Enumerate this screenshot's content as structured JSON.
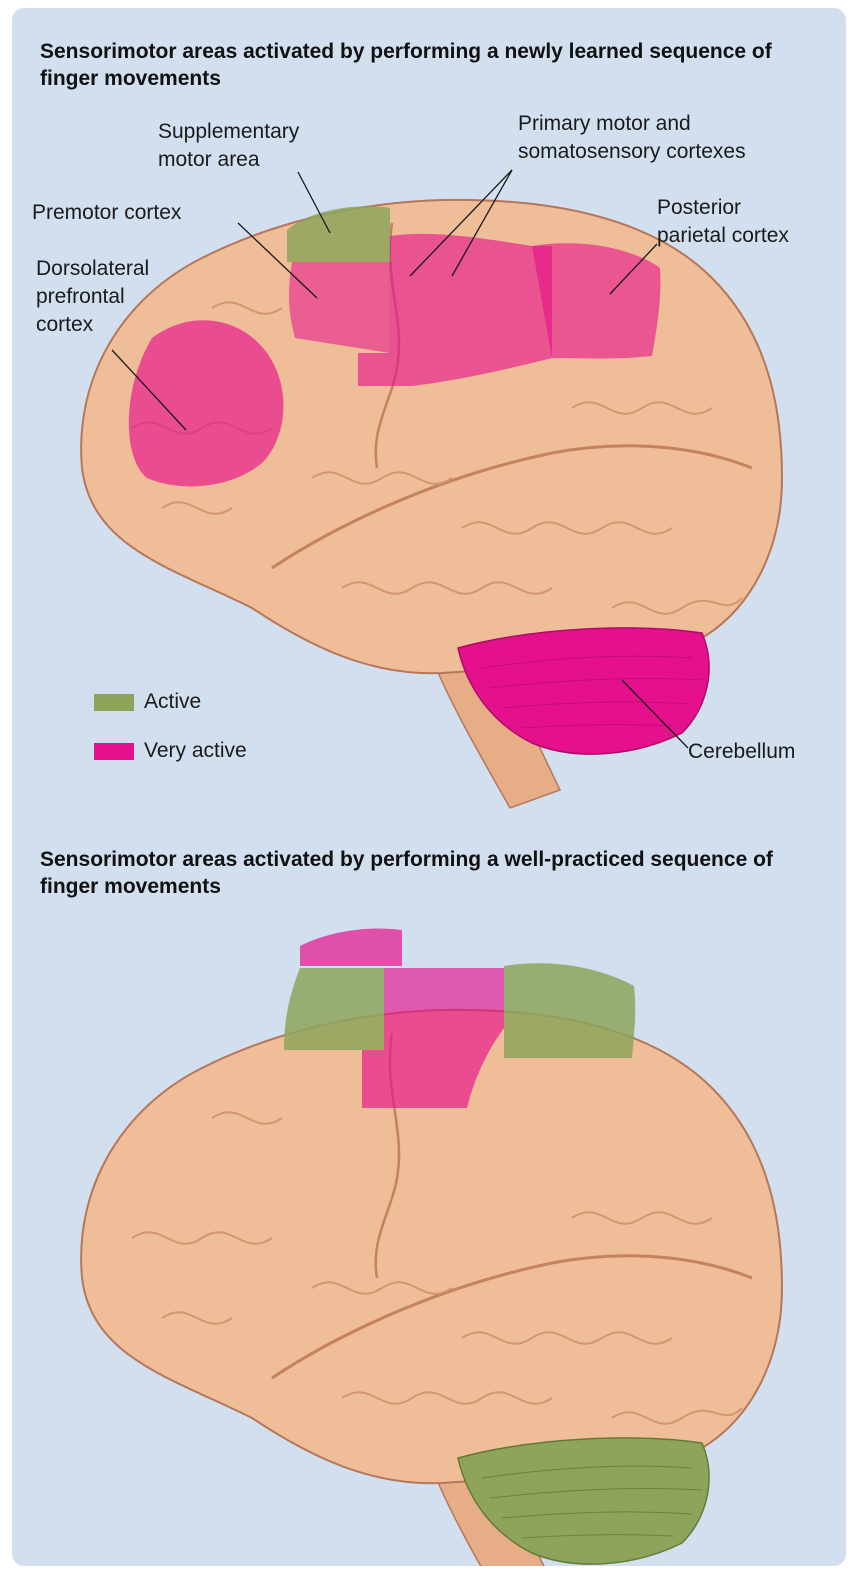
{
  "figure1": {
    "title": "Sensorimotor areas activated by performing a newly learned sequence of finger movements",
    "labels": {
      "supplementary_motor_area": "Supplementary\nmotor area",
      "primary_motor_somatosensory": "Primary motor and\nsomatosensory cortexes",
      "premotor_cortex": "Premotor cortex",
      "posterior_parietal_cortex": "Posterior\nparietal cortex",
      "dorsolateral_prefrontal_cortex": "Dorsolateral\nprefrontal\ncortex",
      "cerebellum": "Cerebellum"
    },
    "activity": {
      "supplementary_motor_area": "active",
      "premotor_cortex": "very-active",
      "primary_motor_somatosensory": "very-active",
      "posterior_parietal_cortex": "very-active",
      "dorsolateral_prefrontal_cortex": "very-active",
      "cerebellum": "very-active"
    }
  },
  "figure2": {
    "title": "Sensorimotor areas activated by performing a well-practiced sequence of finger movements",
    "activity": {
      "supplementary_motor_area": "very-active",
      "premotor_cortex": "active",
      "primary_motor_somatosensory": "very-active",
      "posterior_parietal_cortex": "active",
      "cerebellum": "active"
    }
  },
  "legend": {
    "active_label": "Active",
    "very_active_label": "Very active"
  },
  "colors": {
    "background": "#d2dfef",
    "brain": "#efbd97",
    "brain_shadow": "#d99670",
    "active": "#8da45a",
    "very_active": "#e5118c"
  }
}
